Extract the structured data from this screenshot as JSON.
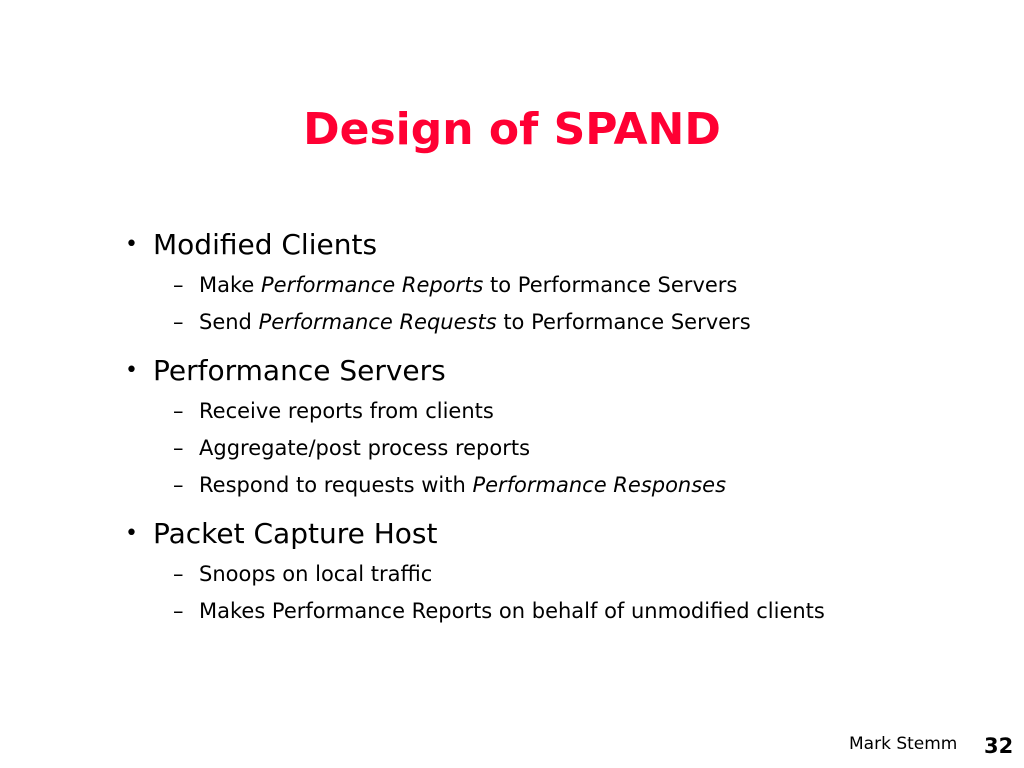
{
  "slide": {
    "title": "Design of SPAND",
    "bullet_glyph": "•",
    "dash_glyph": "–",
    "bullets": [
      {
        "label": "Modified Clients",
        "subs": [
          {
            "pre": "Make ",
            "em": "Performance Reports",
            "post": " to Performance Servers"
          },
          {
            "pre": "Send ",
            "em": "Performance Requests",
            "post": " to Performance Servers"
          }
        ]
      },
      {
        "label": "Performance Servers",
        "subs": [
          {
            "pre": "Receive reports from clients",
            "em": "",
            "post": ""
          },
          {
            "pre": "Aggregate/post process reports",
            "em": "",
            "post": ""
          },
          {
            "pre": "Respond to requests with ",
            "em": "Performance Responses",
            "post": ""
          }
        ]
      },
      {
        "label": "Packet Capture Host",
        "subs": [
          {
            "pre": "Snoops on local traffic",
            "em": "",
            "post": ""
          },
          {
            "pre": "Makes Performance Reports on behalf of unmodified clients",
            "em": "",
            "post": ""
          }
        ]
      }
    ],
    "footer": {
      "author": "Mark Stemm",
      "page_number": "32"
    },
    "colors": {
      "title": "#ff0033",
      "text": "#000000",
      "background": "#ffffff"
    }
  }
}
